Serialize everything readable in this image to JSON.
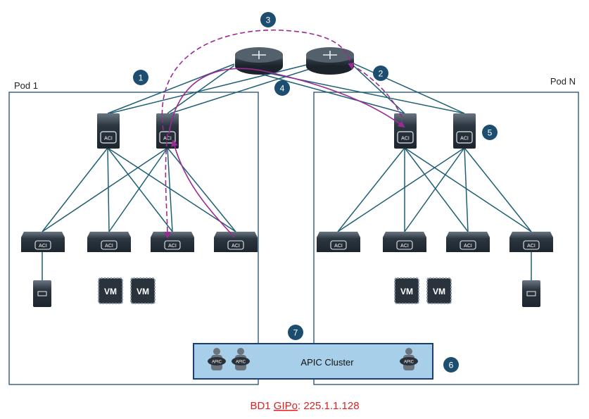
{
  "pods": [
    {
      "id": "pod1",
      "label": "Pod 1"
    },
    {
      "id": "podN",
      "label": "Pod N"
    }
  ],
  "markers": [
    "1",
    "2",
    "3",
    "4",
    "5",
    "6",
    "7"
  ],
  "spine_badge": "ACI",
  "leaf_badge": "ACI",
  "vm_label": "VM",
  "apic": {
    "title": "APIC Cluster",
    "node_label": "APIC",
    "node_count": 3
  },
  "footer": {
    "prefix": "BD1 ",
    "gipo_word": "GIPo",
    "suffix": ": 225.1.1.128"
  },
  "colors": {
    "link": "#1f5f74",
    "path": "#9b2a96",
    "marker": "#1d4e6f",
    "apic_fill": "#a8cfea",
    "apic_border": "#1c3f73",
    "footer_text": "#e02020"
  }
}
